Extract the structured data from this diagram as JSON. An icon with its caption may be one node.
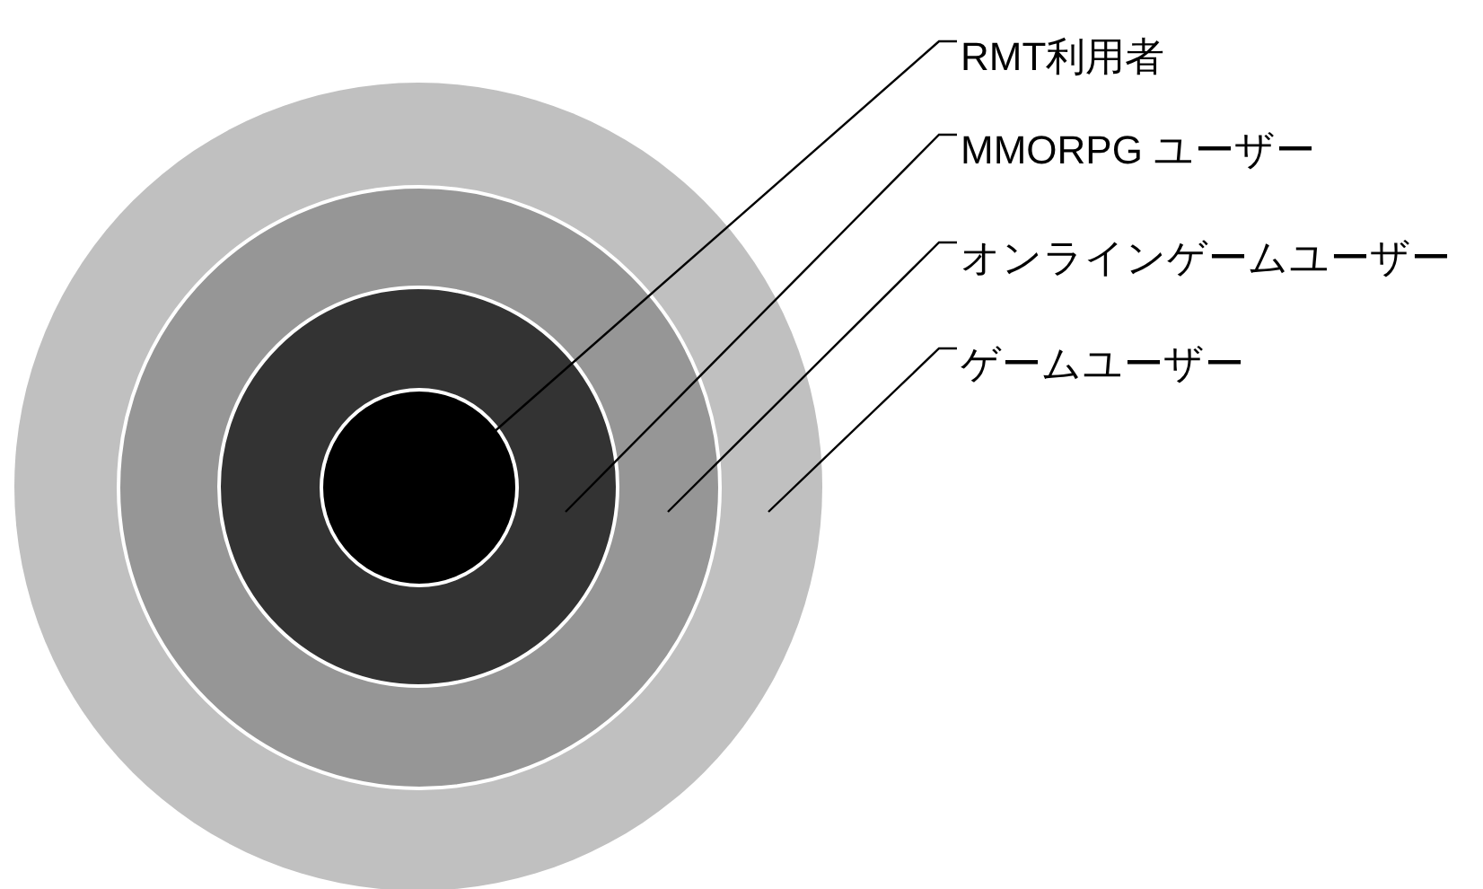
{
  "diagram": {
    "nodes": [
      {
        "text": [],
        "shape": "circle"
      },
      {
        "text": [],
        "shape": "circle",
        "in": 0
      },
      {
        "text": [],
        "shape": "circle",
        "in": 1
      },
      {
        "text": [],
        "shape": "circle",
        "in": 2
      },
      {
        "text": [
          "RMT利用者"
        ]
      },
      {
        "text": [
          "MMORPG ユーザー"
        ]
      },
      {
        "text": [
          "オンラインゲームユーザー"
        ]
      },
      {
        "text": [
          "ゲームユーザー"
        ]
      }
    ],
    "edges": [
      {
        "from": 4,
        "to": 3,
        "arrow": "none"
      },
      {
        "from": 5,
        "to": 2,
        "arrow": "none"
      },
      {
        "from": 6,
        "to": 1,
        "arrow": "none"
      },
      {
        "from": 7,
        "to": 0,
        "arrow": "none"
      }
    ]
  }
}
